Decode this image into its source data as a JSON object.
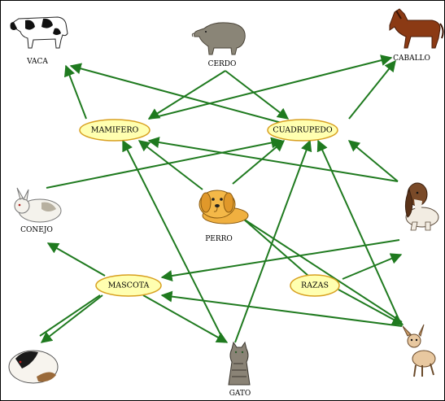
{
  "colors": {
    "edge": "#1f7a1f",
    "oval_fill": "#ffffb0",
    "oval_stroke": "#d8a020"
  },
  "concepts": {
    "mamifero": "MAMIFERO",
    "cuadrupedo": "CUADRUPEDO",
    "mascota": "MASCOTA",
    "razas": "RAZAS"
  },
  "animals": {
    "vaca": "VACA",
    "cerdo": "CERDO",
    "caballo": "CABALLO",
    "conejo": "CONEJO",
    "perro": "PERRO",
    "gato": "GATO"
  },
  "icons": {
    "vaca": "cow-icon",
    "cerdo": "pig-icon",
    "caballo": "horse-icon",
    "conejo": "rabbit-icon",
    "perro": "dog-icon",
    "basset": "basset-dog-icon",
    "cobaya": "guinea-pig-icon",
    "gato": "cat-icon",
    "chihuahua": "chihuahua-icon"
  }
}
